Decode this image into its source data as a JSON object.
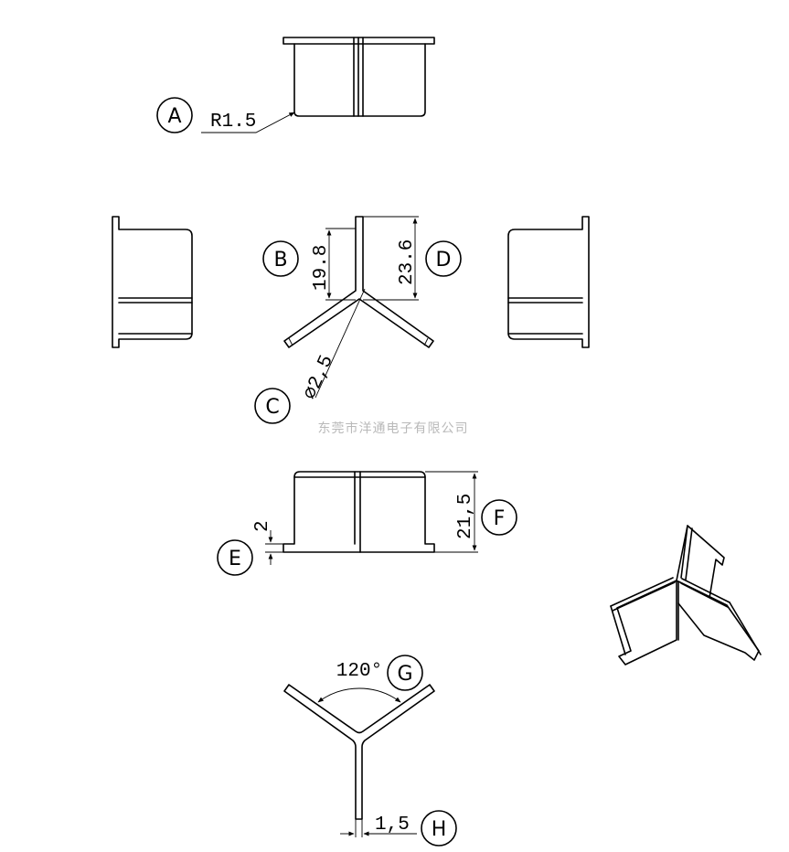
{
  "callouts": {
    "a": "A",
    "b": "B",
    "c": "C",
    "d": "D",
    "e": "E",
    "f": "F",
    "g": "G",
    "h": "H"
  },
  "dimensions": {
    "radius": "R1.5",
    "height_inner": "19.8",
    "height_outer": "23.6",
    "hole_diameter": "⌀2,5",
    "flange": "2",
    "side_height": "21,5",
    "angle": "120°",
    "thickness": "1,5"
  },
  "watermark": "东莞市洋通电子有限公司"
}
